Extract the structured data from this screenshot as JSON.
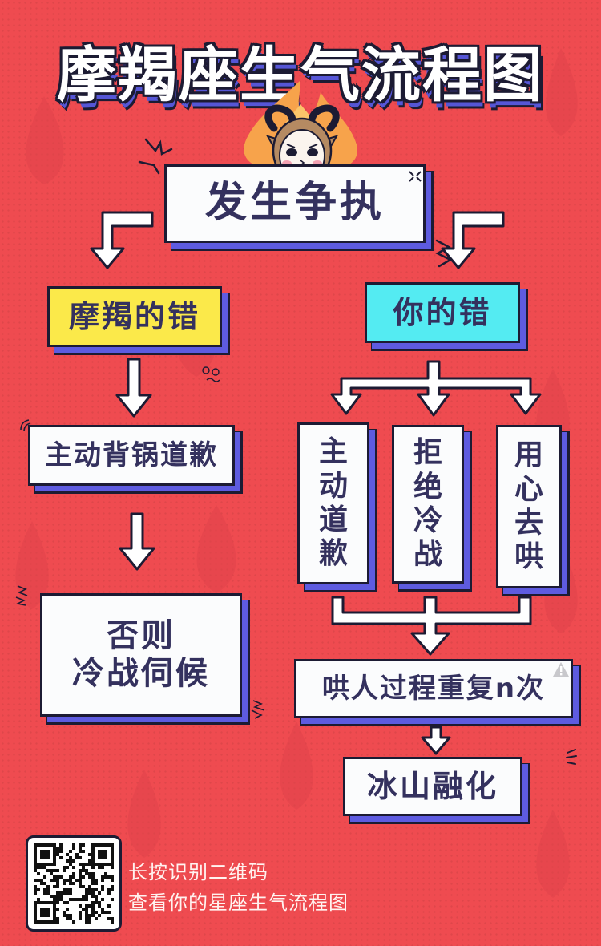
{
  "title": "摩羯座生气流程图",
  "mascot": "capricorn-goat-face",
  "start": {
    "label": "发生争执"
  },
  "branches": {
    "left": {
      "label": "摩羯的错",
      "color": "#fbe94a",
      "steps": [
        "主动背锅道歉",
        "否则",
        "冷战伺候"
      ]
    },
    "right": {
      "label": "你的错",
      "color": "#54ebf2",
      "options": [
        "主动道歉",
        "拒绝冷战",
        "用心去哄"
      ],
      "merge": "哄人过程重复n次",
      "end": "冰山融化"
    }
  },
  "footer": {
    "line1": "长按识别二维码",
    "line2": "查看你的星座生气流程图",
    "qr_label": "qr-code"
  },
  "colors": {
    "background": "#ef4b50",
    "ink": "#1c1b33",
    "text": "#34315e",
    "shadow_stripe": "#5e5be0"
  }
}
